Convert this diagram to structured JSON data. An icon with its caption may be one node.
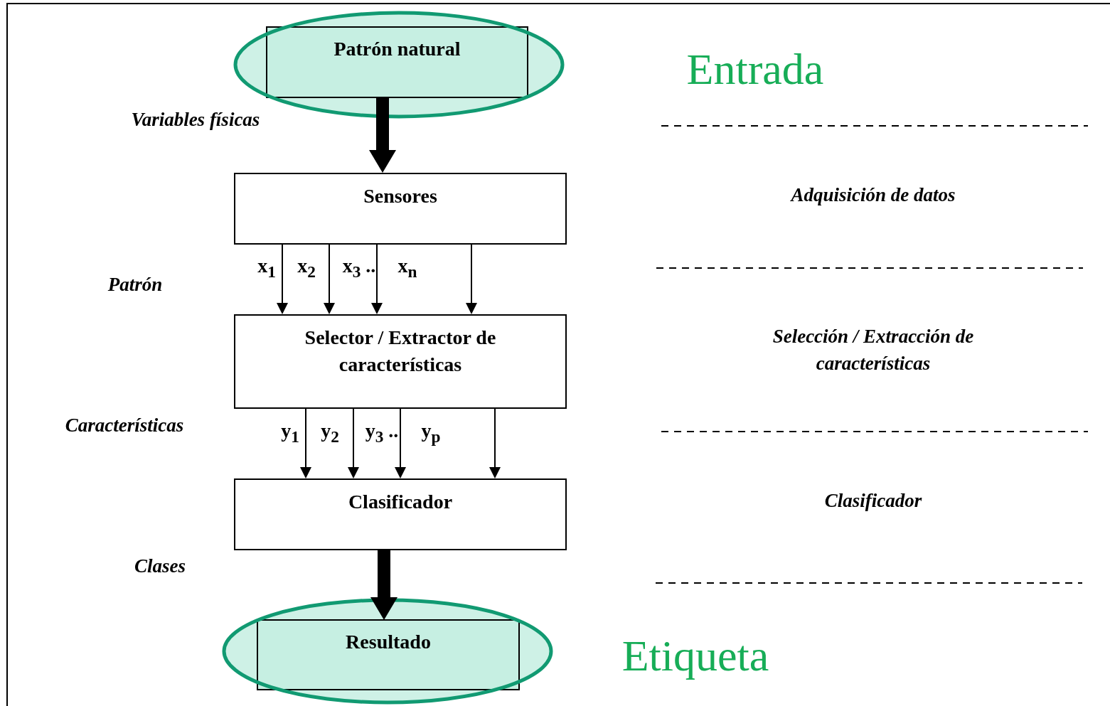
{
  "diagram": {
    "nodes": [
      {
        "text": [
          "Patrón natural"
        ]
      },
      {
        "text": [
          "Sensores"
        ]
      },
      {
        "text": [
          "Selector / Extractor de características"
        ]
      },
      {
        "text": [
          "Clasificador"
        ]
      },
      {
        "text": [
          "Resultado"
        ]
      }
    ],
    "edges": [
      {
        "from": 0,
        "to": 1,
        "arrow": "to",
        "style": "thick"
      },
      {
        "from": 1,
        "to": 2,
        "arrow": "to"
      },
      {
        "from": 1,
        "to": 2,
        "arrow": "to"
      },
      {
        "from": 1,
        "to": 2,
        "arrow": "to"
      },
      {
        "from": 1,
        "to": 2,
        "arrow": "to"
      },
      {
        "from": 2,
        "to": 3,
        "arrow": "to"
      },
      {
        "from": 2,
        "to": 3,
        "arrow": "to"
      },
      {
        "from": 2,
        "to": 3,
        "arrow": "to"
      },
      {
        "from": 2,
        "to": 3,
        "arrow": "to"
      },
      {
        "from": 3,
        "to": 4,
        "arrow": "to",
        "style": "thick"
      }
    ],
    "labels": [
      "Entrada",
      "Variables físicas",
      "Adquisición de datos",
      "x$_{1}$",
      "x$_{2}$",
      "x$_{3}$ ..",
      "x$_{n}$",
      "Patrón",
      "Selección / Extracción de características",
      "Características",
      "y$_{1}$",
      "y$_{2}$",
      "y$_{3}$ ..",
      "y$_{p}$",
      "Clasificador",
      "Clases",
      "Etiqueta"
    ]
  }
}
